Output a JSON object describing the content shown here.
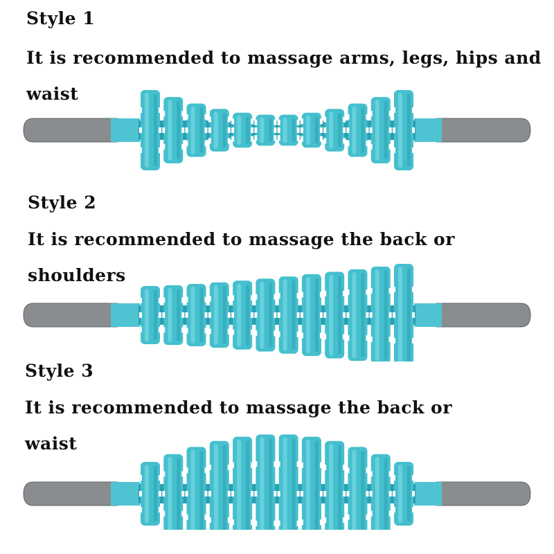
{
  "colors": {
    "roller": "#45bfcd",
    "roller_dark": "#2a9fb0",
    "roller_light": "#7fdde6",
    "handle": "#8a8d90",
    "handle_dark": "#5f6264",
    "collar": "#4ec3d2"
  },
  "styles": [
    {
      "title": "Style 1",
      "description": "It is recommended to massage arms, legs, hips and waist",
      "shape": "concave"
    },
    {
      "title": "Style 2",
      "description": "It is recommended to massage the back or shoulders",
      "shape": "tapered"
    },
    {
      "title": "Style 3",
      "description": "It is recommended to massage the back or waist",
      "shape": "convex"
    }
  ]
}
